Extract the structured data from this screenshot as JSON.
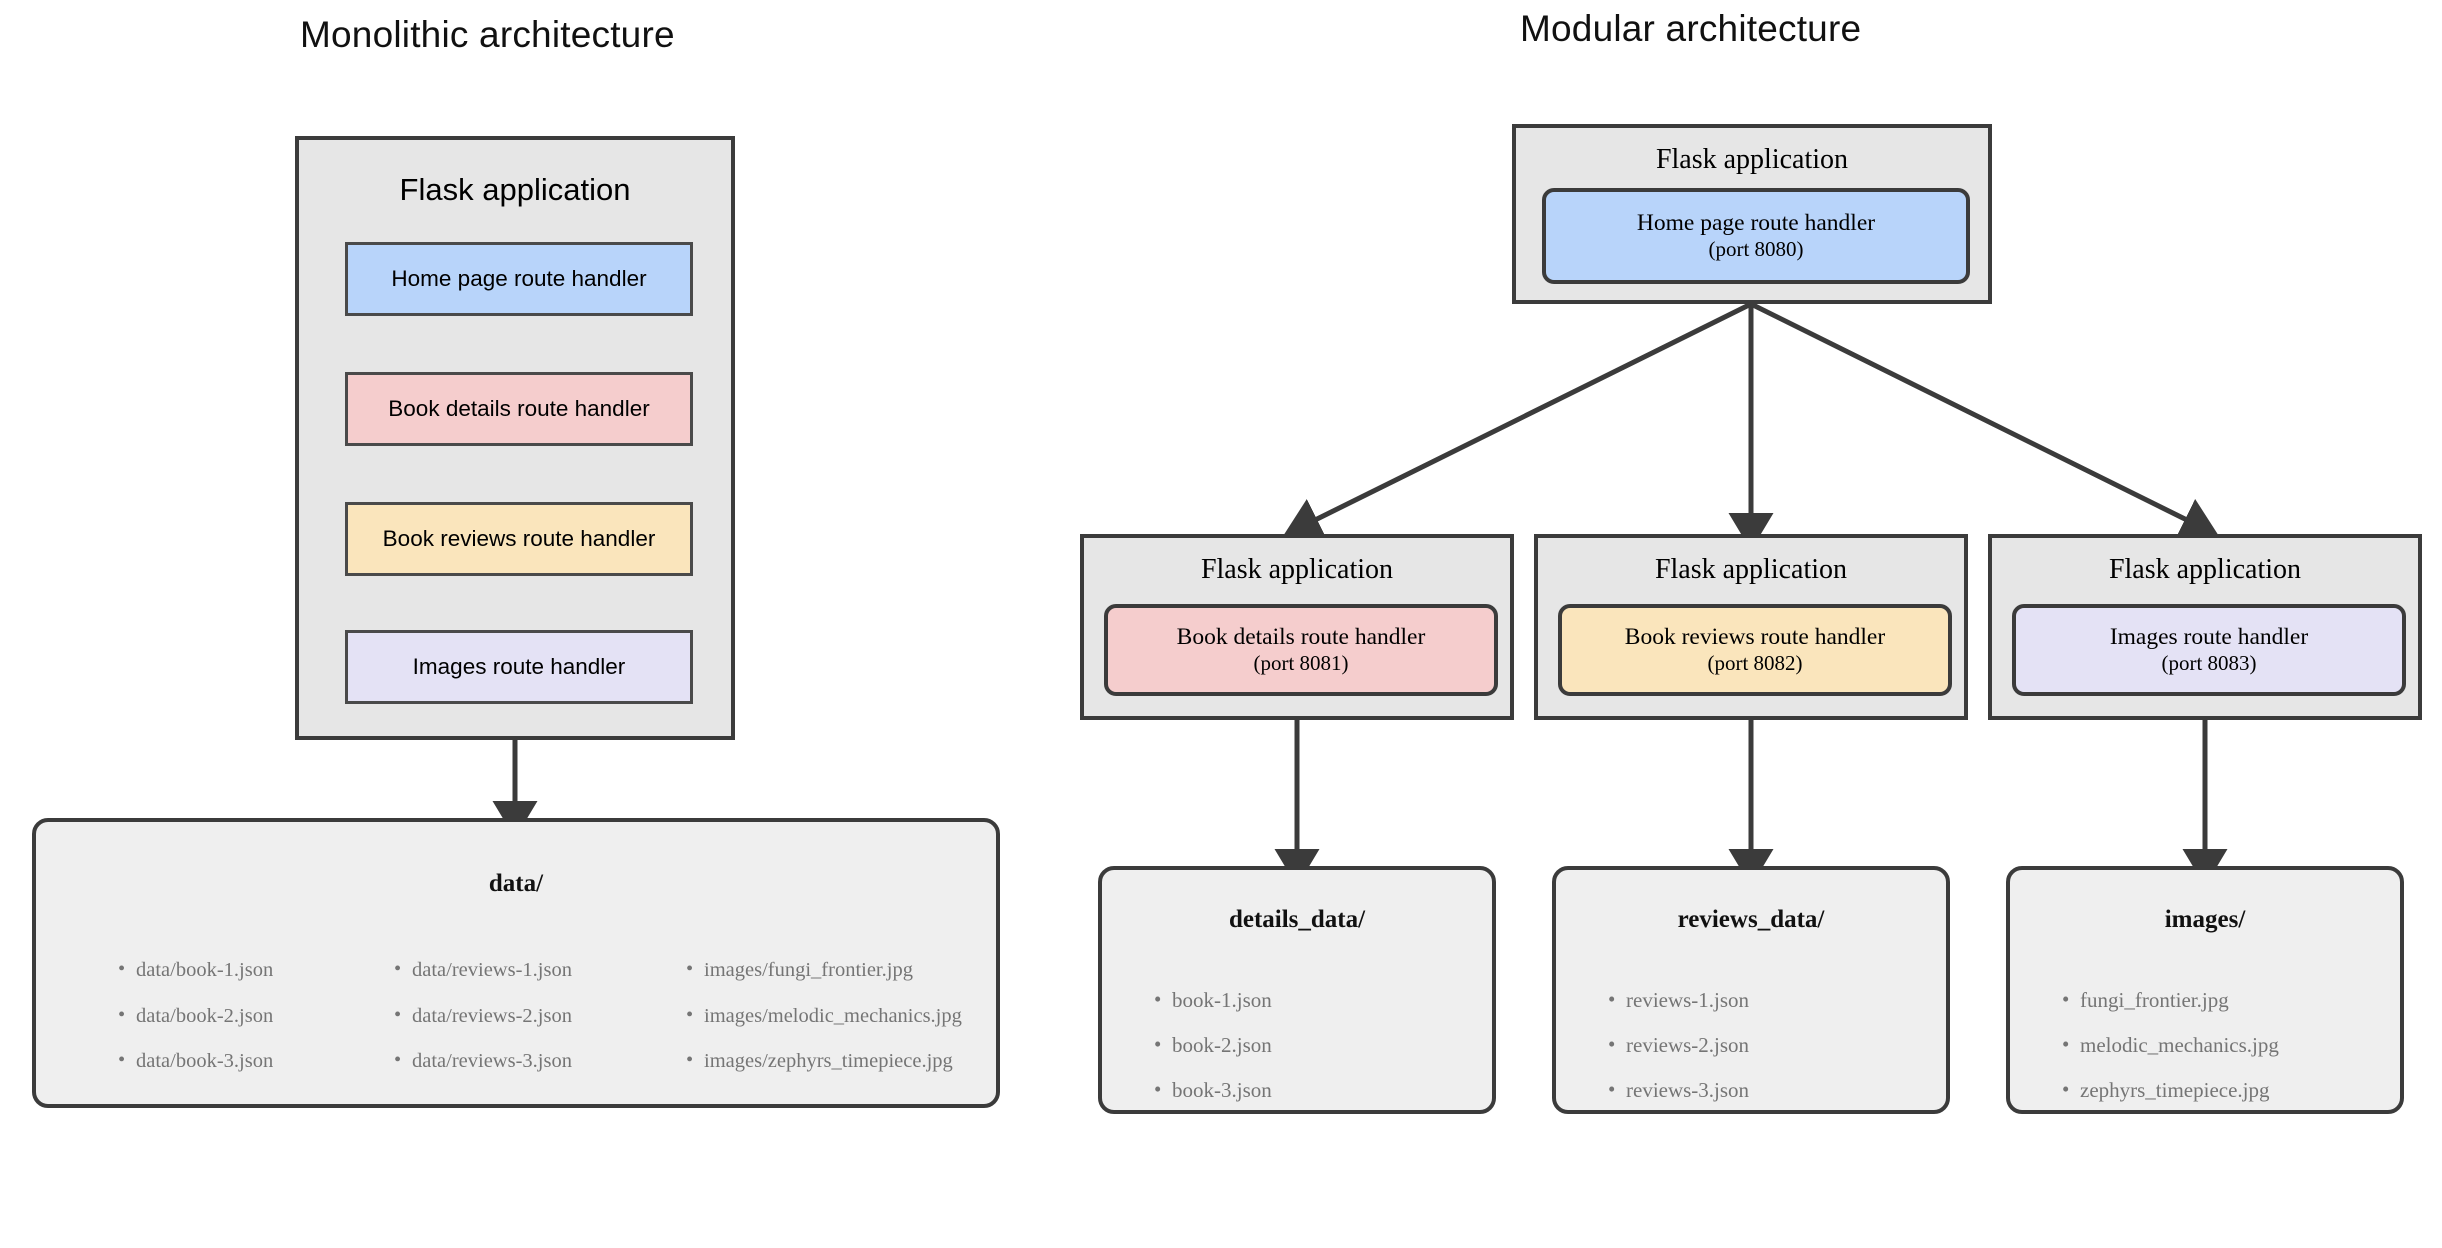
{
  "monolithic": {
    "title": "Monolithic architecture",
    "app": {
      "title": "Flask application",
      "handlers": [
        {
          "label": "Home page route handler",
          "color": "#b8d4fa"
        },
        {
          "label": "Book details route handler",
          "color": "#f5cdcd"
        },
        {
          "label": "Book reviews route handler",
          "color": "#fae5bc"
        },
        {
          "label": "Images route handler",
          "color": "#e4e2f5"
        }
      ]
    },
    "data_folder": {
      "title": "data/",
      "columns": [
        [
          "data/book-1.json",
          "data/book-2.json",
          "data/book-3.json"
        ],
        [
          "data/reviews-1.json",
          "data/reviews-2.json",
          "data/reviews-3.json"
        ],
        [
          "images/fungi_frontier.jpg",
          "images/melodic_mechanics.jpg",
          "images/zephyrs_timepiece.jpg"
        ]
      ]
    }
  },
  "modular": {
    "title": "Modular architecture",
    "root_app": {
      "title": "Flask application",
      "handler": {
        "label": "Home page route handler",
        "port": "(port 8080)",
        "color": "#b8d4fa"
      }
    },
    "leaf_apps": [
      {
        "title": "Flask application",
        "handler": {
          "label": "Book details route handler",
          "port": "(port 8081)",
          "color": "#f5cdcd"
        },
        "folder": {
          "title": "details_data/",
          "items": [
            "book-1.json",
            "book-2.json",
            "book-3.json"
          ]
        }
      },
      {
        "title": "Flask application",
        "handler": {
          "label": "Book reviews route handler",
          "port": "(port 8082)",
          "color": "#fae5bc"
        },
        "folder": {
          "title": "reviews_data/",
          "items": [
            "reviews-1.json",
            "reviews-2.json",
            "reviews-3.json"
          ]
        }
      },
      {
        "title": "Flask application",
        "handler": {
          "label": "Images route handler",
          "port": "(port 8083)",
          "color": "#e4e2f5"
        },
        "folder": {
          "title": "images/",
          "items": [
            "fungi_frontier.jpg",
            "melodic_mechanics.jpg",
            "zephyrs_timepiece.jpg"
          ]
        }
      }
    ]
  },
  "palette": {
    "box_fill": "#e6e6e6",
    "folder_fill": "#efefef",
    "border": "#3b3b3b",
    "arrow": "#3b3b3b",
    "list_text": "#757575",
    "blue": "#b8d4fa",
    "pink": "#f5cdcd",
    "yellow": "#fae5bc",
    "lavender": "#e4e2f5"
  }
}
